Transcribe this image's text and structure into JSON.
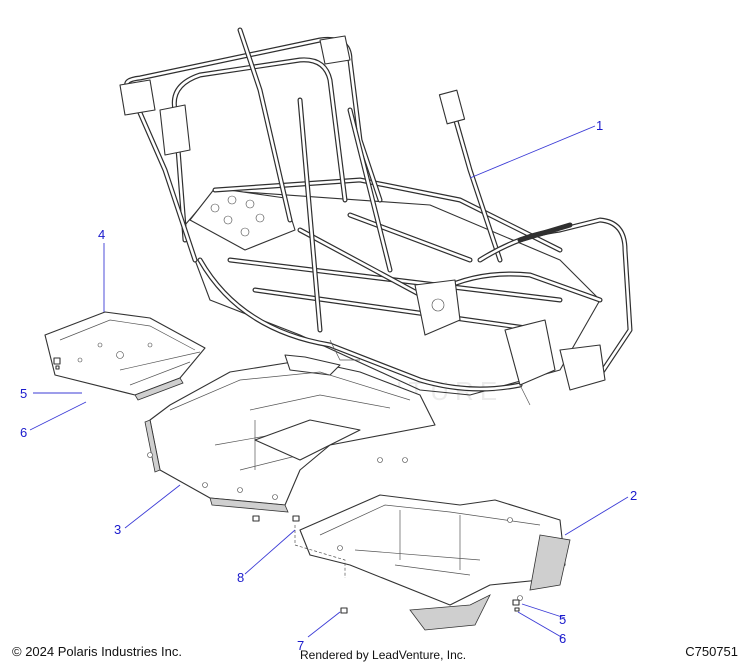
{
  "callouts": [
    {
      "id": "1",
      "label": "1"
    },
    {
      "id": "2",
      "label": "2"
    },
    {
      "id": "3",
      "label": "3"
    },
    {
      "id": "4",
      "label": "4"
    },
    {
      "id": "5a",
      "label": "5"
    },
    {
      "id": "6a",
      "label": "6"
    },
    {
      "id": "5b",
      "label": "5"
    },
    {
      "id": "6b",
      "label": "6"
    },
    {
      "id": "7",
      "label": "7"
    },
    {
      "id": "8",
      "label": "8"
    }
  ],
  "watermark": "LEADVENTURE",
  "footer": {
    "copyright": "© 2024 Polaris Industries Inc.",
    "rendered_by": "Rendered by LeadVenture, Inc.",
    "diagram_id": "C750751"
  },
  "colors": {
    "callout": "#1a1acc",
    "leader": "#3b3bd6",
    "line": "#333333"
  }
}
